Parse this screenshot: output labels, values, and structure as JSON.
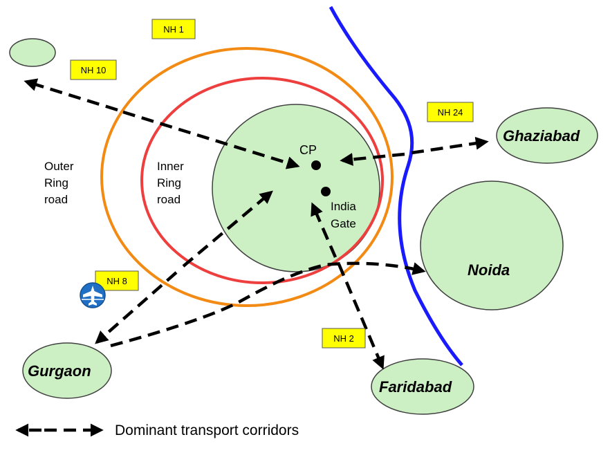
{
  "colors": {
    "background": "#ffffff",
    "city_fill": "#ccf0c4",
    "city_stroke": "#3f3f3f",
    "outer_ring": "#f28a14",
    "inner_ring": "#ee3f3f",
    "river": "#1a1aff",
    "highway_box": "#ffff00",
    "corridor": "#000000",
    "airport": "#1f6fc4"
  },
  "highways": {
    "nh1": "NH 1",
    "nh10": "NH 10",
    "nh24": "NH 24",
    "nh8": "NH 8",
    "nh2": "NH 2"
  },
  "rings": {
    "outer": [
      "Outer",
      "Ring",
      "road"
    ],
    "inner": [
      "Inner",
      "Ring",
      "road"
    ]
  },
  "places": {
    "cp": "CP",
    "india_gate": [
      "India",
      "Gate"
    ]
  },
  "cities": {
    "ghaziabad": "Ghaziabad",
    "noida": "Noida",
    "gurgaon": "Gurgaon",
    "faridabad": "Faridabad"
  },
  "icons": {
    "airport": "airport-icon"
  },
  "legend": {
    "label": "Dominant transport corridors"
  }
}
